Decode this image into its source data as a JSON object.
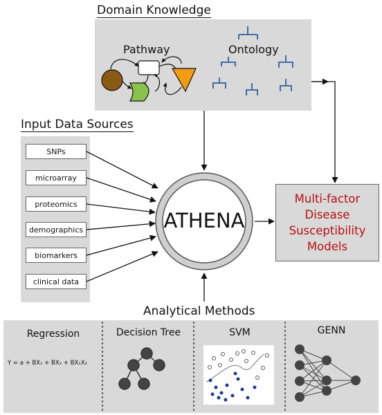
{
  "domain_knowledge": {
    "title": "Domain Knowledge",
    "pathway_label": "Pathway",
    "ontology_label": "Ontology"
  },
  "input_sources": {
    "title": "Input Data Sources",
    "items": [
      "SNPs",
      "microarray",
      "proteomics",
      "demographics",
      "biomarkers",
      "clinical data"
    ]
  },
  "center": {
    "label": "ATHENA"
  },
  "output": {
    "lines": [
      "Multi-factor",
      "Disease",
      "Susceptibility",
      "Models"
    ]
  },
  "methods": {
    "title": "Analytical Methods",
    "regression": {
      "title": "Regression",
      "formula": "Y = a + BX₁ + BX₂ + BX₁X₂"
    },
    "decision_tree": {
      "title": "Decision Tree"
    },
    "svm": {
      "title": "SVM"
    },
    "genn": {
      "title": "GENN"
    }
  },
  "colors": {
    "panel": "#d9d9d9",
    "output_text": "#b80f0f",
    "ontology": "#2f5f9e",
    "pathway_brown": "#8b5a14",
    "pathway_green": "#8bc34a",
    "pathway_orange": "#f39c12",
    "svm_blue": "#1a3a9c"
  }
}
